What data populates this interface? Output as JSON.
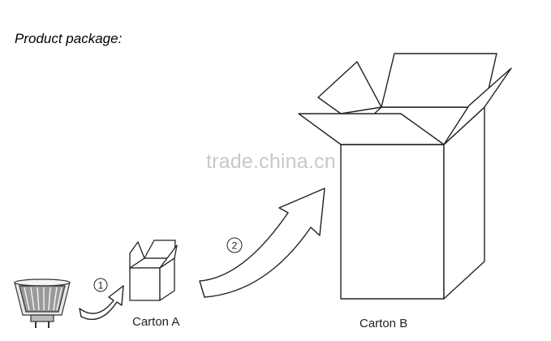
{
  "title": "Product package:",
  "watermark": "trade.china.cn",
  "steps": [
    {
      "number": "1"
    },
    {
      "number": "2"
    }
  ],
  "cartons": [
    {
      "label": "Carton A"
    },
    {
      "label": "Carton B"
    }
  ],
  "items": [
    {
      "icon": "led-lamp-icon"
    }
  ]
}
